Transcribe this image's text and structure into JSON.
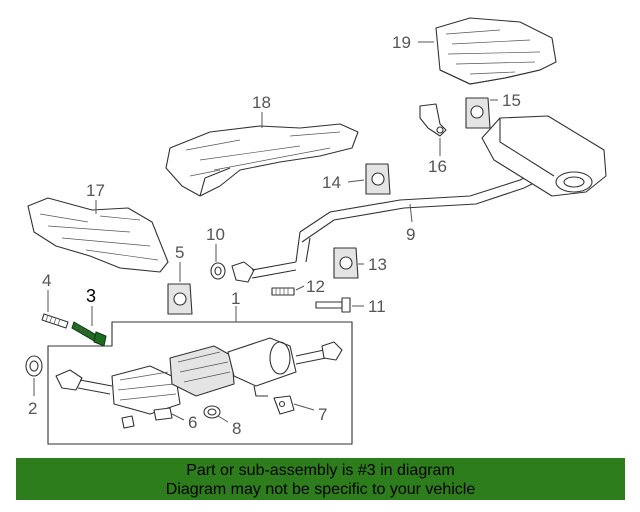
{
  "diagram": {
    "callouts": {
      "c1": "1",
      "c2": "2",
      "c3": "3",
      "c4": "4",
      "c5": "5",
      "c6": "6",
      "c7": "7",
      "c8": "8",
      "c9": "9",
      "c10": "10",
      "c11": "11",
      "c12": "12",
      "c13": "13",
      "c14": "14",
      "c15": "15",
      "c16": "16",
      "c17": "17",
      "c18": "18",
      "c19": "19"
    },
    "highlighted_part": "3",
    "highlight_color": "#1f6b1f",
    "line_color": "#333333"
  },
  "banner": {
    "line1": "Part or sub-assembly is #3 in diagram",
    "line2": "Diagram may not be specific to your vehicle",
    "background": "#2e7d1c"
  }
}
